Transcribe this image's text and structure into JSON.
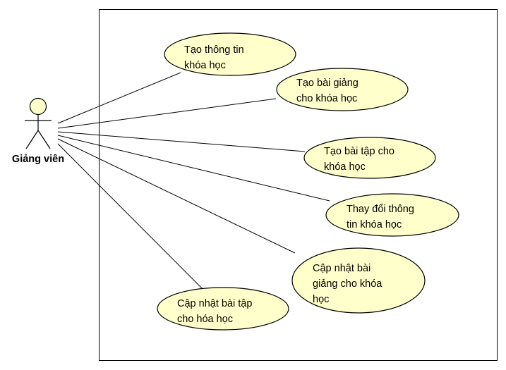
{
  "colors": {
    "usecase_fill": "#ffffcc",
    "stroke": "#000000",
    "background": "#ffffff"
  },
  "actor": {
    "icon": "stick-figure-icon",
    "name": "Giảng viên"
  },
  "use_cases": [
    {
      "id": "uc1",
      "lines": [
        "Tạo thông tin",
        "khóa học"
      ]
    },
    {
      "id": "uc2",
      "lines": [
        "Tạo bài giảng",
        "cho khóa học"
      ]
    },
    {
      "id": "uc3",
      "lines": [
        "Tạo bài tập cho",
        "khóa học"
      ]
    },
    {
      "id": "uc4",
      "lines": [
        "Thay đổi thông",
        "tin khóa học"
      ]
    },
    {
      "id": "uc5",
      "lines": [
        "Cập nhật bài",
        "giảng cho khóa",
        "học"
      ]
    },
    {
      "id": "uc6",
      "lines": [
        "Cập nhật bài tập",
        "cho hóa học"
      ]
    }
  ]
}
